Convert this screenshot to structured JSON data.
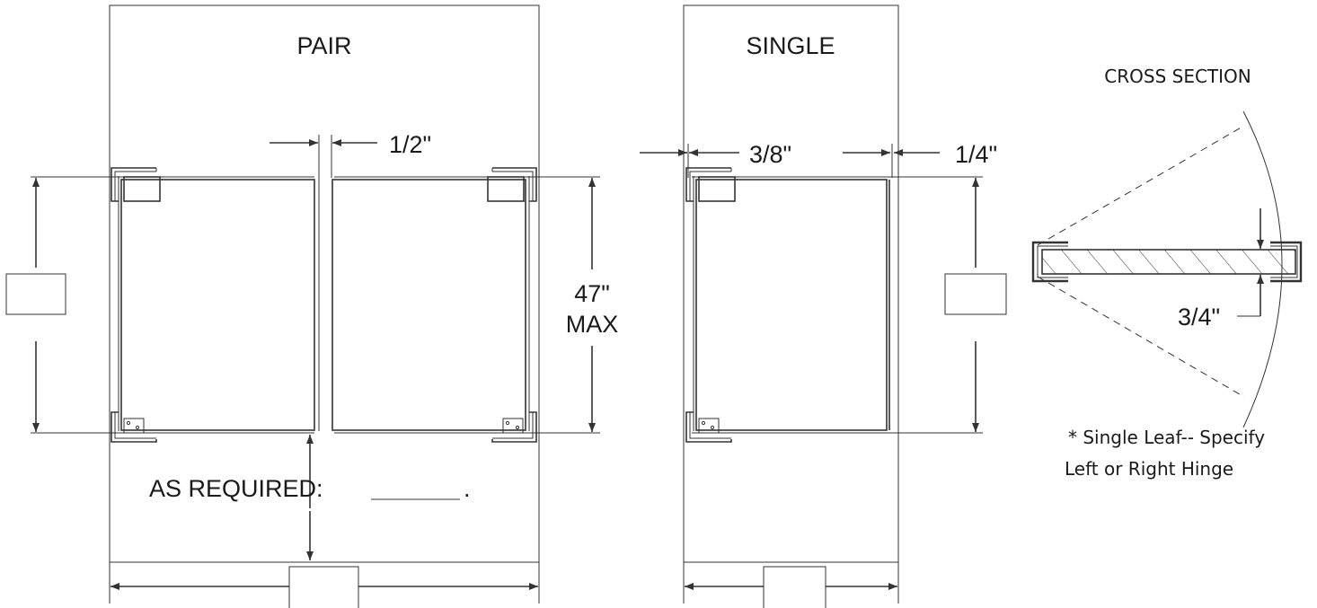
{
  "labels": {
    "pair": "PAIR",
    "single": "SINGLE",
    "cross_section": "CROSS SECTION",
    "gap_center": "1/2\"",
    "gap_left": "3/8\"",
    "gap_right": "1/4\"",
    "height_value": "47\"",
    "height_max": "MAX",
    "as_required": "AS REQUIRED:",
    "as_required_end": ".",
    "thickness": "3/4\"",
    "note_line1": "* Single Leaf-- Specify",
    "note_line2": "Left or Right Hinge"
  },
  "colors": {
    "line": "#333333",
    "text": "#1a1a1a",
    "background": "#ffffff"
  }
}
